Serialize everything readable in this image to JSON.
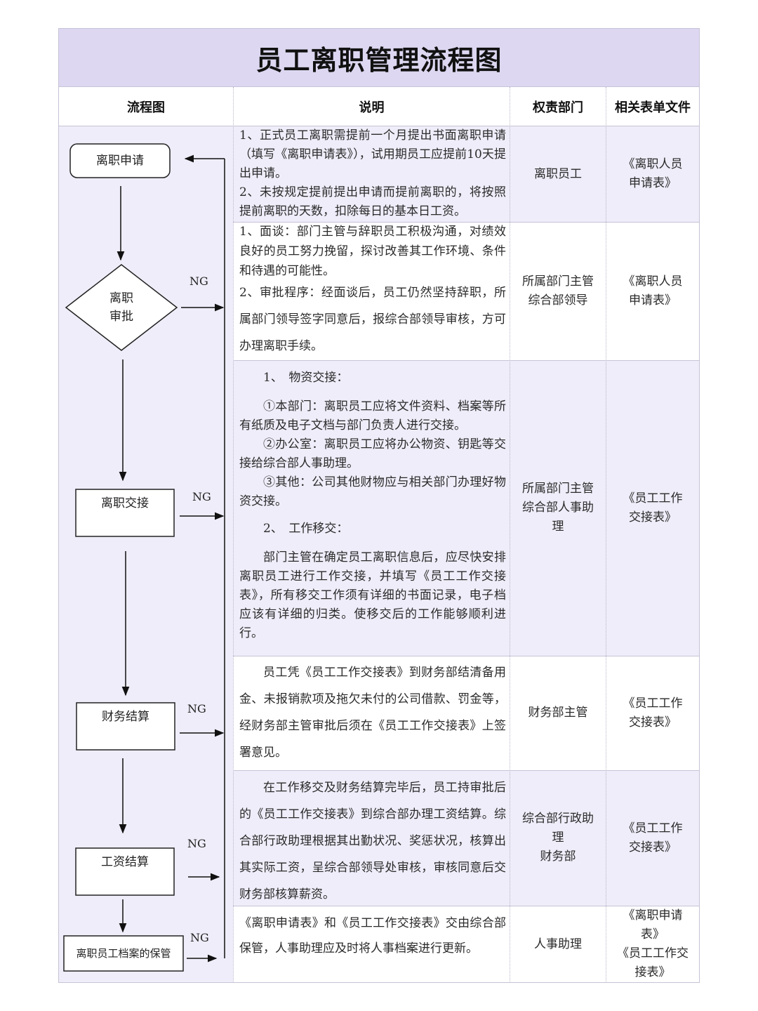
{
  "title": "员工离职管理流程图",
  "headers": {
    "flow": "流程图",
    "description": "说明",
    "department": "权责部门",
    "forms": "相关表单文件"
  },
  "nodes": {
    "apply": "离职申请",
    "approve_line1": "离职",
    "approve_line2": "审批",
    "handover": "离职交接",
    "finance": "财务结算",
    "salary": "工资结算",
    "archive": "离职员工档案的保管"
  },
  "ng_label": "NG",
  "rows": [
    {
      "desc": [
        "1、正式员工离职需提前一个月提出书面离职申请（填写《离职申请表》），试用期员工应提前10天提出申请。",
        "2、未按规定提前提出申请而提前离职的，将按照提前离职的天数，扣除每日的基本日工资。"
      ],
      "dept": "离职员工",
      "form": "《离职人员申请表》"
    },
    {
      "desc": [
        "1、面谈：部门主管与辞职员工积极沟通，对绩效良好的员工努力挽留，探讨改善其工作环境、条件和待遇的可能性。",
        "2、审批程序：经面谈后，员工仍然坚持辞职，所属部门领导签字同意后，报综合部领导审核，方可办理离职手续。"
      ],
      "dept_line1": "所属部门主管",
      "dept_line2": "综合部领导",
      "form": "《离职人员申请表》"
    },
    {
      "desc_heading1": "1、　物资交接：",
      "desc": [
        "①本部门：离职员工应将文件资料、档案等所有纸质及电子文档与部门负责人进行交接。",
        "②办公室：离职员工应将办公物资、钥匙等交接给综合部人事助理。",
        "③其他：公司其他财物应与相关部门办理好物资交接。"
      ],
      "desc_heading2": "2、　工作移交：",
      "desc_para": "部门主管在确定员工离职信息后，应尽快安排离职员工进行工作交接，并填写《员工工作交接表》，所有移交工作须有详细的书面记录，电子档应该有详细的归类。使移交后的工作能够顺利进行。",
      "dept_line1": "所属部门主管",
      "dept_line2": "综合部人事助理",
      "form": "《员工工作交接表》"
    },
    {
      "desc_para": "员工凭《员工工作交接表》到财务部结清备用金、未报销款项及拖欠未付的公司借款、罚金等，经财务部主管审批后须在《员工工作交接表》上签署意见。",
      "dept": "财务部主管",
      "form": "《员工工作交接表》"
    },
    {
      "desc_para": "在工作移交及财务结算完毕后，员工持审批后的《员工工作交接表》到综合部办理工资结算。综合部行政助理根据其出勤状况、奖惩状况，核算出其实际工资，呈综合部领导处审核，审核同意后交财务部核算薪资。",
      "dept_line1": "综合部行政助理",
      "dept_line2": "财务部",
      "form": "《员工工作交接表》"
    },
    {
      "desc_para": "《离职申请表》和《员工工作交接表》交由综合部保管，人事助理应及时将人事档案进行更新。",
      "dept": "人事助理",
      "form_line1": "《离职申请表》",
      "form_line2": "《员工工作交接表》"
    }
  ],
  "colors": {
    "title_bg": "#ddd7f1",
    "row_shade": "#efedf9",
    "border": "#c7c3d6"
  }
}
